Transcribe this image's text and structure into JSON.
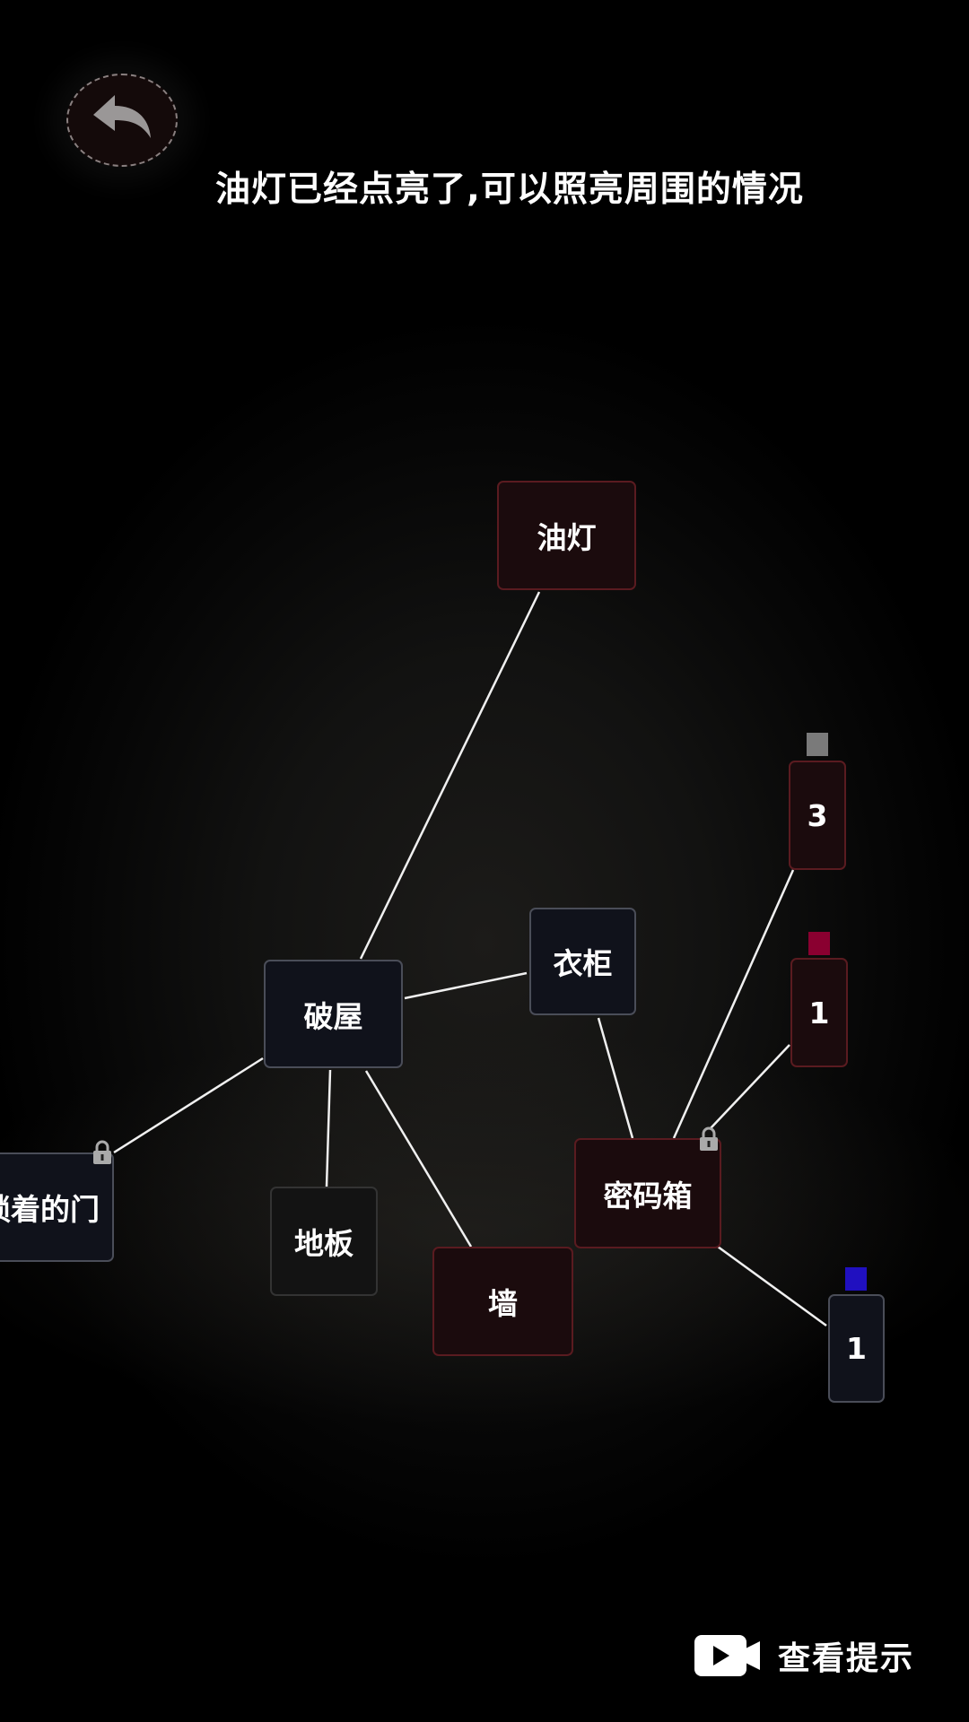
{
  "message": "油灯已经点亮了,可以照亮周围的情况",
  "nodes": {
    "lamp": "油灯",
    "house": "破屋",
    "wardrobe": "衣柜",
    "door": "锁着的门",
    "floor": "地板",
    "wall": "墙",
    "safe": "密码箱",
    "digit1": "3",
    "digit2": "1",
    "digit3": "1"
  },
  "digit_colors": [
    "#7a7a7a",
    "#8a0030",
    "#2010c0"
  ],
  "hint_label": "查看提示"
}
